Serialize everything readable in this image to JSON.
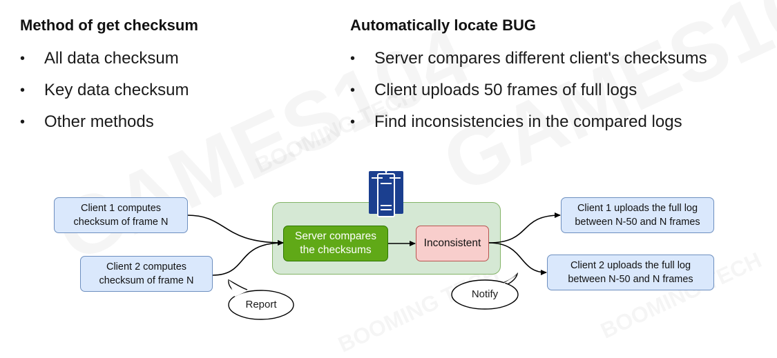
{
  "left_section": {
    "heading": "Method of get checksum",
    "bullets": [
      "All data checksum",
      "Key data checksum",
      "Other methods"
    ]
  },
  "right_section": {
    "heading": "Automatically locate BUG",
    "bullets": [
      "Server compares different client's checksums",
      "Client uploads 50 frames of full logs",
      "Find inconsistencies in the compared logs"
    ]
  },
  "diagram": {
    "client1_computes": "Client 1 computes\nchecksum of frame N",
    "client2_computes": "Client 2 computes\nchecksum of frame N",
    "server_compare": "Server compares\nthe checksums",
    "inconsistent": "Inconsistent",
    "client1_uploads": "Client 1 uploads the full log\nbetween N-50 and N frames",
    "client2_uploads": "Client 2 uploads the full log\nbetween N-50 and N frames",
    "report_callout": "Report",
    "notify_callout": "Notify",
    "server_icon": "server-icon"
  },
  "colors": {
    "client_fill": "#dae8fc",
    "client_border": "#6c8ebf",
    "server_bg_fill": "#d5e8d4",
    "server_bg_border": "#82b366",
    "compare_fill": "#60a917",
    "inconsistent_fill": "#f8cecc",
    "inconsistent_border": "#b85450",
    "server_icon": "#1b3f8f"
  },
  "watermark": {
    "primary": "GAMES104",
    "secondary": "BOOMING TECH"
  }
}
